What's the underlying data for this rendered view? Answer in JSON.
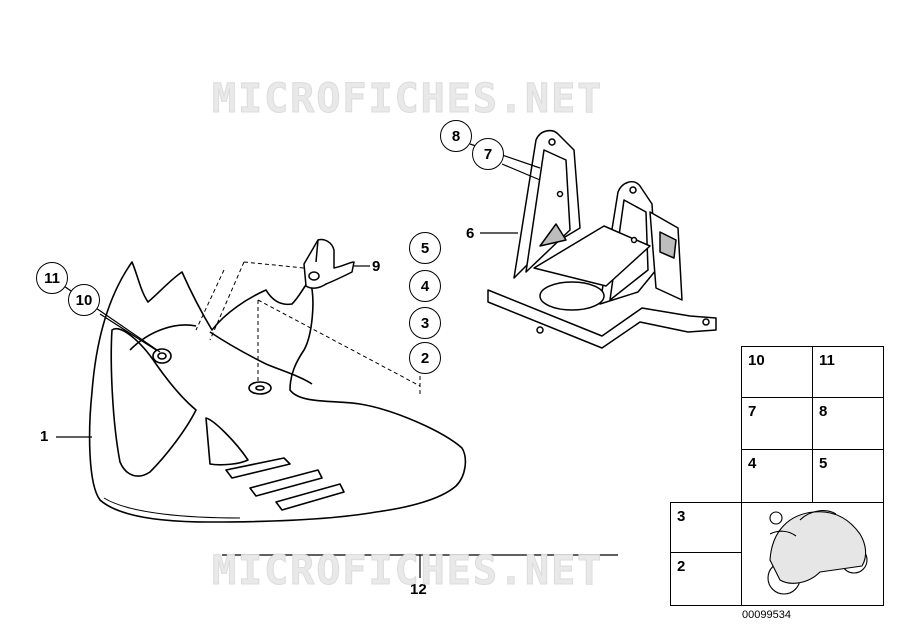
{
  "watermark": {
    "text_top": "MICROFICHES.NET",
    "text_bottom": "MICROFICHES.NET"
  },
  "callouts": {
    "c1": "1",
    "c2": "2",
    "c3": "3",
    "c4": "4",
    "c5": "5",
    "c6": "6",
    "c7": "7",
    "c8": "8",
    "c9": "9",
    "c10": "10",
    "c11": "11",
    "c12": "12"
  },
  "parts_grid": {
    "cells": [
      "10",
      "11",
      "7",
      "8",
      "4",
      "5",
      "3",
      "2"
    ]
  },
  "reference_code": "00099534",
  "colors": {
    "line": "#000000",
    "fill": "#ffffff",
    "shading": "#bdbdbd",
    "watermark": "#e9e9e9"
  }
}
